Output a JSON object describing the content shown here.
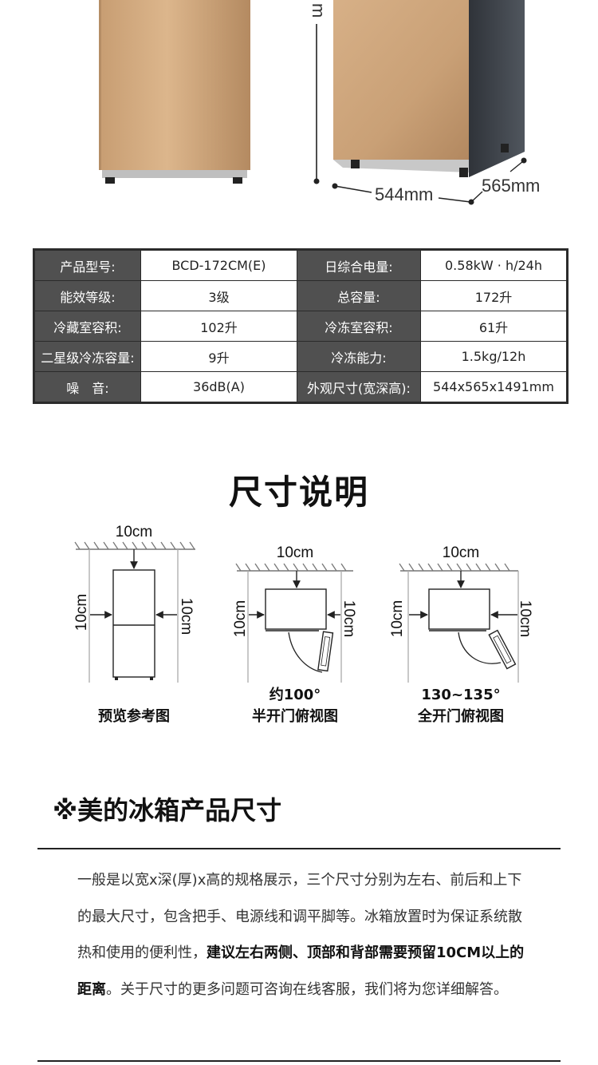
{
  "hero": {
    "dim_width": "544mm",
    "dim_depth": "565mm",
    "dim_height_fragment": "m"
  },
  "specs": [
    {
      "label1": "产品型号:",
      "value1": "BCD-172CM(E)",
      "label2": "日综合电量:",
      "value2": "0.58kW · h/24h"
    },
    {
      "label1": "能效等级:",
      "value1": "3级",
      "label2": "总容量:",
      "value2": "172升"
    },
    {
      "label1": "冷藏室容积:",
      "value1": "102升",
      "label2": "冷冻室容积:",
      "value2": "61升"
    },
    {
      "label1": "二星级冷冻容量:",
      "value1": "9升",
      "label2": "冷冻能力:",
      "value2": "1.5kg/12h"
    },
    {
      "label1": "噪　音:",
      "value1": "36dB(A)",
      "label2": "外观尺寸(宽深高):",
      "value2": "544x565x1491mm"
    }
  ],
  "section_title": "尺寸说明",
  "diagrams": {
    "gap": "10cm",
    "preview_caption": "预览参考图",
    "half_angle": "约100°",
    "half_caption": "半开门俯视图",
    "full_angle": "130~135°",
    "full_caption": "全开门俯视图"
  },
  "note": {
    "title": "※美的冰箱产品尺寸",
    "text_1": "一般是以宽x深(厚)x高的规格展示，三个尺寸分别为左右、前后和上下的最大尺寸，包含把手、电源线和调平脚等。冰箱放置时为保证系统散热和使用的便利性，",
    "text_bold": "建议左右两侧、顶部和背部需要预留10CM以上的距离",
    "text_2": "。关于尺寸的更多问题可咨询在线客服，我们将为您详细解答。"
  },
  "colors": {
    "fridge_gold_light": "#d9b48a",
    "fridge_gold_dark": "#a9825a",
    "table_header": "#505050",
    "fridge_side": "#3c4148"
  }
}
